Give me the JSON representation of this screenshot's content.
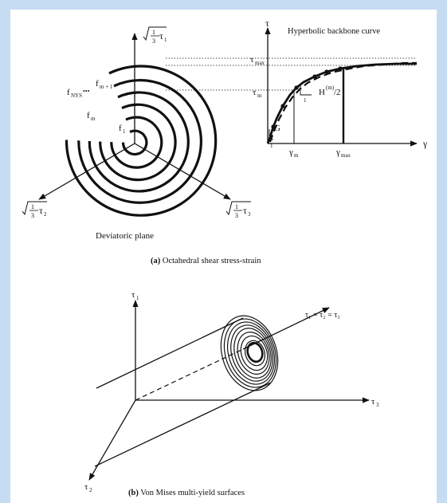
{
  "background_color": "#c5dcf2",
  "panel_a": {
    "deviatoric": {
      "axis_tau1": "τ",
      "axis_tau1_sub": "1",
      "axis_tau2": "τ",
      "axis_tau2_sub": "2",
      "axis_tau3": "τ",
      "axis_tau3_sub": "3",
      "sqrt_num": "1",
      "sqrt_den": "3",
      "label_f_nys": "f",
      "label_f_nys_sub": "NYS",
      "label_dots": "•••",
      "label_f_m_plus": "f",
      "label_f_m_plus_sub": "m + 1",
      "label_f_m": "f",
      "label_f_m_sub": "m",
      "label_f_1": "f",
      "label_f_1_sub": "1",
      "caption": "Deviatoric plane"
    },
    "backbone": {
      "title": "Hyperbolic backbone curve",
      "axis_y": "τ",
      "axis_x": "γ",
      "tau_max": "τ",
      "tau_max_sub": "max",
      "tau_m": "τ",
      "tau_m_sub": "m",
      "gamma_m": "γ",
      "gamma_m_sub": "m",
      "gamma_max": "γ",
      "gamma_max_sub": "max",
      "modulus_g": "G",
      "modulus_h": "H",
      "modulus_h_sup": "(m)",
      "modulus_h_div": "/2",
      "slope_unit_1": "1",
      "slope_unit_2": "1"
    },
    "caption_bold": "(a)",
    "caption_text": " Octahedral shear stress-strain"
  },
  "panel_b": {
    "axis_tau1": "τ",
    "axis_tau1_sub": "1",
    "axis_tau2": "τ",
    "axis_tau2_sub": "2",
    "axis_tau3": "τ",
    "axis_tau3_sub": "3",
    "hydrostatic_label": "τ₁ = τ₂ = τ₃",
    "caption_bold": "(b)",
    "caption_text": " Von Mises multi-yield surfaces"
  }
}
